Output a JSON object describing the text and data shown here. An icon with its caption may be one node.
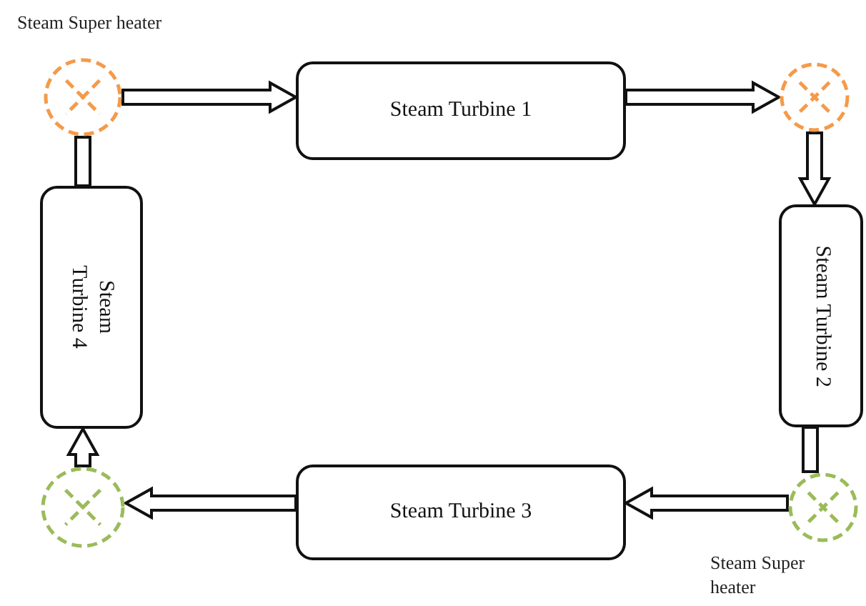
{
  "diagram": {
    "nodes": [
      {
        "text": [],
        "shape": "circle",
        "beside": [
          "Steam Super heater"
        ]
      },
      {
        "text": [
          "Steam Turbine 1"
        ]
      },
      {
        "text": [],
        "shape": "circle"
      },
      {
        "text": [
          "Steam Turbine 2"
        ]
      },
      {
        "text": [],
        "shape": "circle",
        "beside": [
          "Steam Super heater"
        ]
      },
      {
        "text": [
          "Steam Turbine 3"
        ]
      },
      {
        "text": [],
        "shape": "circle"
      },
      {
        "text": [
          "Steam Turbine 4"
        ]
      }
    ],
    "edges": [
      {
        "from": 0,
        "to": 1,
        "arrow": "to"
      },
      {
        "from": 1,
        "to": 2,
        "arrow": "to"
      },
      {
        "from": 2,
        "to": 3,
        "arrow": "to"
      },
      {
        "from": 3,
        "to": 4,
        "arrow": "none"
      },
      {
        "from": 4,
        "to": 5,
        "arrow": "to"
      },
      {
        "from": 5,
        "to": 6,
        "arrow": "to"
      },
      {
        "from": 6,
        "to": 7,
        "arrow": "to"
      },
      {
        "from": 7,
        "to": 0,
        "arrow": "none"
      }
    ]
  }
}
